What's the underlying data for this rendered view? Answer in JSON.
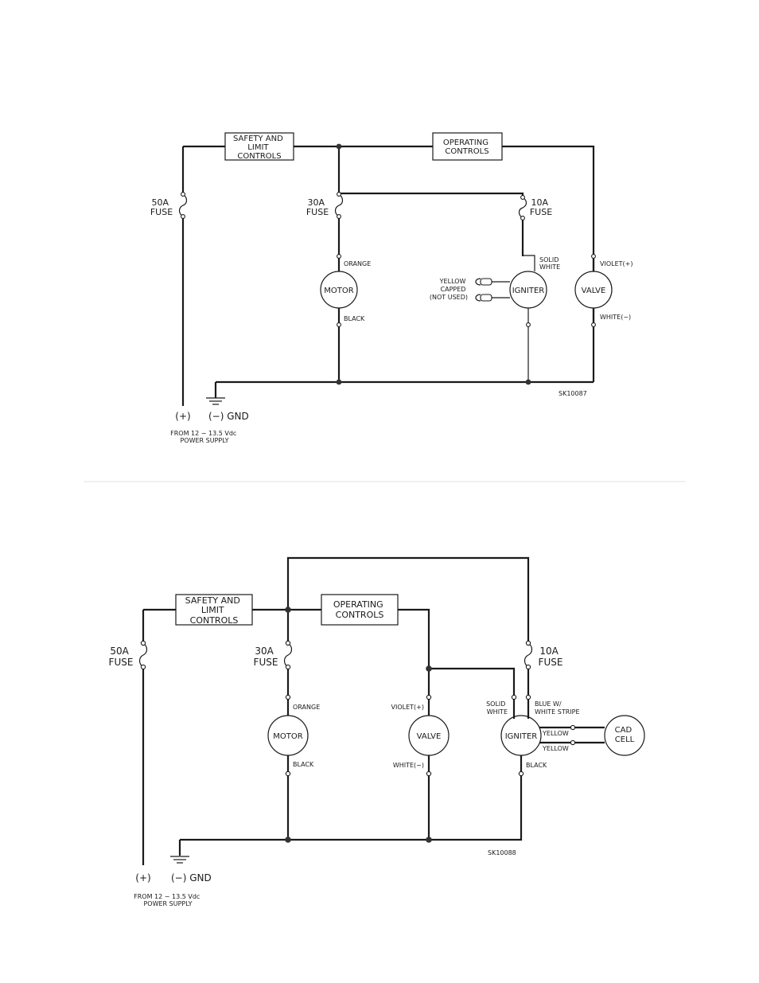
{
  "diagram1": {
    "safety_box": [
      "SAFETY AND",
      "LIMIT",
      "CONTROLS"
    ],
    "operating_box": [
      "OPERATING",
      "CONTROLS"
    ],
    "fuse_50a": [
      "50A",
      "FUSE"
    ],
    "fuse_30a": [
      "30A",
      "FUSE"
    ],
    "fuse_10a": [
      "10A",
      "FUSE"
    ],
    "motor": "MOTOR",
    "igniter": "IGNITER",
    "valve": "VALVE",
    "orange": "ORANGE",
    "black": "BLACK",
    "solid_white": [
      "SOLID",
      "WHITE"
    ],
    "yellow_capped": [
      "YELLOW",
      "CAPPED",
      "(NOT USED)"
    ],
    "violet_plus": "VIOLET(+)",
    "white_minus": "WHITE(−)",
    "sk_number": "SK10087",
    "plus_terminal": "(+)",
    "minus_gnd": "(−)  GND",
    "supply": [
      "FROM  12  −  13.5  Vdc",
      "POWER  SUPPLY"
    ]
  },
  "diagram2": {
    "safety_box": [
      "SAFETY  AND",
      "LIMIT",
      "CONTROLS"
    ],
    "operating_box": [
      "OPERATING",
      "CONTROLS"
    ],
    "fuse_50a": [
      "50A",
      "FUSE"
    ],
    "fuse_30a": [
      "30A",
      "FUSE"
    ],
    "fuse_10a": [
      "10A",
      "FUSE"
    ],
    "motor": "MOTOR",
    "valve": "VALVE",
    "igniter": "IGNITER",
    "cad_cell": [
      "CAD",
      "CELL"
    ],
    "orange": "ORANGE",
    "black_motor": "BLACK",
    "violet_plus": "VIOLET(+)",
    "white_minus": "WHITE(−)",
    "solid_white": [
      "SOLID",
      "WHITE"
    ],
    "blue_white": [
      "BLUE  W/",
      "WHITE  STRIPE"
    ],
    "yellow1": "YELLOW",
    "yellow2": "YELLOW",
    "black_igniter": "BLACK",
    "sk_number": "SK10088",
    "plus_terminal": "(+)",
    "minus_gnd": "(−)  GND",
    "supply": [
      "FROM  12  −  13.5  Vdc",
      "POWER  SUPPLY"
    ]
  }
}
